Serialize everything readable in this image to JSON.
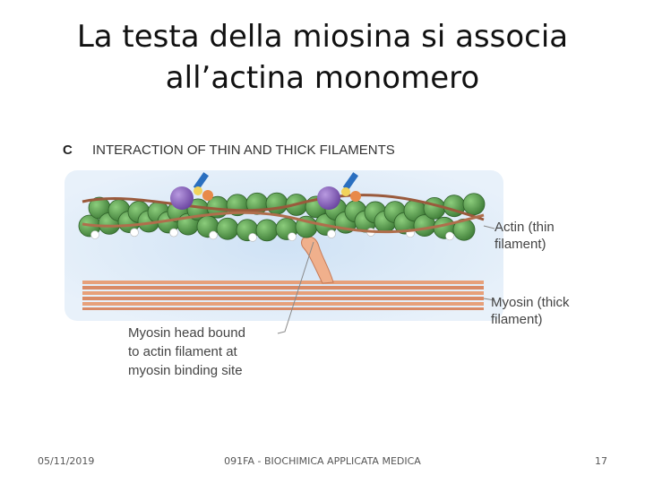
{
  "slide": {
    "title_line1": "La testa della miosina si associa",
    "title_line2": "all’actina monomero"
  },
  "figure": {
    "panel_letter": "C",
    "panel_title": "INTERACTION OF THIN AND THICK FILAMENTS",
    "actin_label_1": "Actin (thin",
    "actin_label_2": "filament)",
    "myosin_label_1": "Myosin (thick",
    "myosin_label_2": "filament)",
    "head_label_1": "Myosin head bound",
    "head_label_2": "to actin filament at",
    "head_label_3": "myosin binding site",
    "colors": {
      "actin_bead": "#5e9e52",
      "tropomyosin": "#9a5a3c",
      "myosin": "#e8a07c",
      "troponin_purple": "#8a62b4",
      "troponin_blue": "#2a6fc0",
      "background_band": "#d6e6f6"
    }
  },
  "footer": {
    "date": "05/11/2019",
    "course": "091FA - BIOCHIMICA APPLICATA MEDICA",
    "page": "17"
  }
}
